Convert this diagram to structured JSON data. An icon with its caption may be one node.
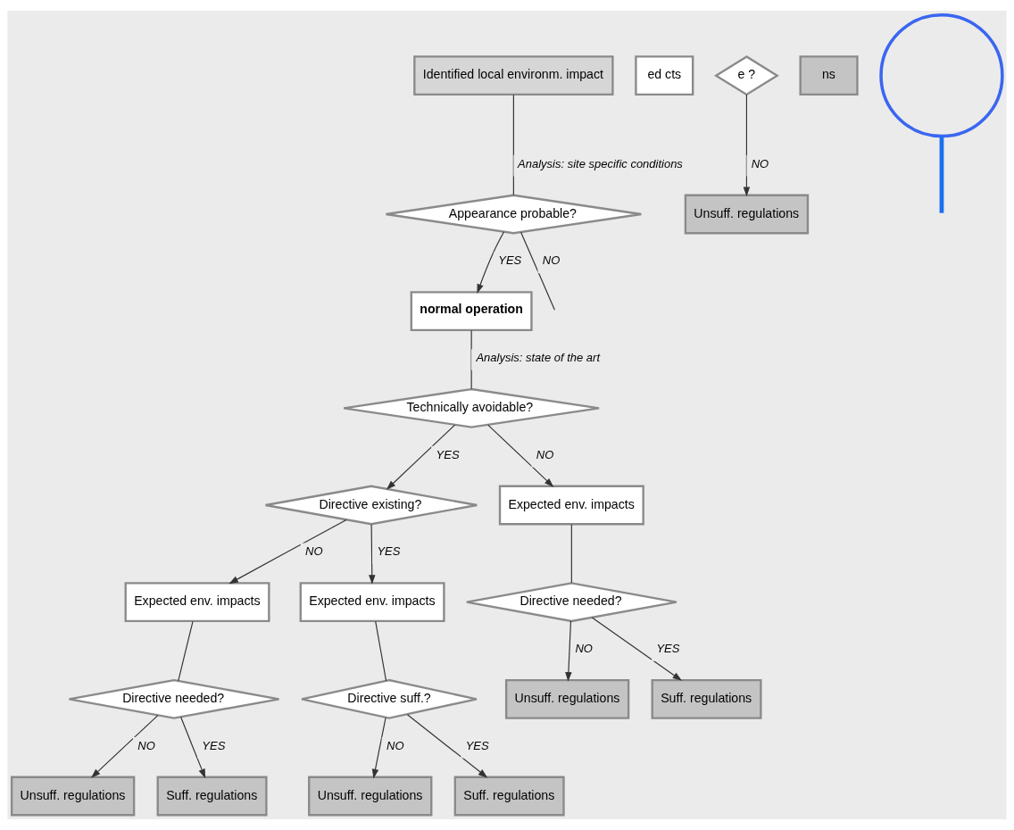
{
  "diagram": {
    "nodes": [
      {
        "text": [
          "Identified local environm. impact"
        ]
      },
      {
        "text": [
          "Appearance probable?"
        ]
      },
      {
        "text": [
          "normal operation"
        ]
      },
      {
        "text": [
          "Technically avoidable?"
        ]
      },
      {
        "text": [
          "Directive existing?"
        ]
      },
      {
        "text": [
          "ed cts"
        ]
      },
      {
        "text": [
          "Expected env. impacts"
        ]
      },
      {
        "text": [
          "Expected env. impacts"
        ]
      },
      {
        "text": [
          "Expected env. impacts"
        ]
      },
      {
        "text": [
          "e ?"
        ]
      },
      {
        "text": [
          "Directive needed?"
        ]
      },
      {
        "text": [
          "Directive needed?"
        ]
      },
      {
        "text": [
          "Directive suff.?"
        ]
      },
      {
        "text": [
          "ns"
        ]
      },
      {
        "text": [
          "Unsuff. regulations"
        ]
      },
      {
        "text": [
          "Unsuff. regulations"
        ]
      },
      {
        "text": [
          "Suff. regulations"
        ]
      },
      {
        "text": [
          "Unsuff. regulations"
        ]
      },
      {
        "text": [
          "Suff. regulations"
        ]
      },
      {
        "text": [
          "Unsuff. regulations"
        ]
      },
      {
        "text": [
          "Suff. regulations"
        ]
      },
      {
        "text": [],
        "shape": "circle"
      }
    ],
    "edges": [
      {
        "from": 0,
        "to": 1,
        "arrow": "none",
        "label": "Analysis: site specific conditions"
      },
      {
        "from": 1,
        "to": null,
        "arrow": "none",
        "label": "NO"
      },
      {
        "from": 1,
        "to": 2,
        "arrow": "to",
        "label": "YES"
      },
      {
        "from": 2,
        "to": 3,
        "arrow": "none",
        "label": "Analysis: state of the art"
      },
      {
        "from": 3,
        "to": 6,
        "arrow": "to",
        "label": "NO"
      },
      {
        "from": 3,
        "to": 4,
        "arrow": "to",
        "label": "YES"
      },
      {
        "from": 4,
        "to": 7,
        "arrow": "to",
        "label": "NO"
      },
      {
        "from": 4,
        "to": 8,
        "arrow": "to",
        "label": "YES"
      },
      {
        "from": 6,
        "to": 10,
        "arrow": "none"
      },
      {
        "from": 7,
        "to": 11,
        "arrow": "none"
      },
      {
        "from": 8,
        "to": 12,
        "arrow": "none"
      },
      {
        "from": 9,
        "to": 14,
        "arrow": "to",
        "label": "NO"
      },
      {
        "from": 10,
        "to": 15,
        "arrow": "to",
        "label": "NO"
      },
      {
        "from": 10,
        "to": 16,
        "arrow": "to",
        "label": "YES"
      },
      {
        "from": 11,
        "to": 17,
        "arrow": "to",
        "label": "NO"
      },
      {
        "from": 11,
        "to": 18,
        "arrow": "to",
        "label": "YES"
      },
      {
        "from": 12,
        "to": 19,
        "arrow": "to",
        "label": "NO"
      },
      {
        "from": 12,
        "to": 20,
        "arrow": "to",
        "label": "YES"
      },
      {
        "from": 21,
        "to": null,
        "arrow": "none",
        "style": "thick",
        "color": "#1a6ff0"
      }
    ]
  }
}
